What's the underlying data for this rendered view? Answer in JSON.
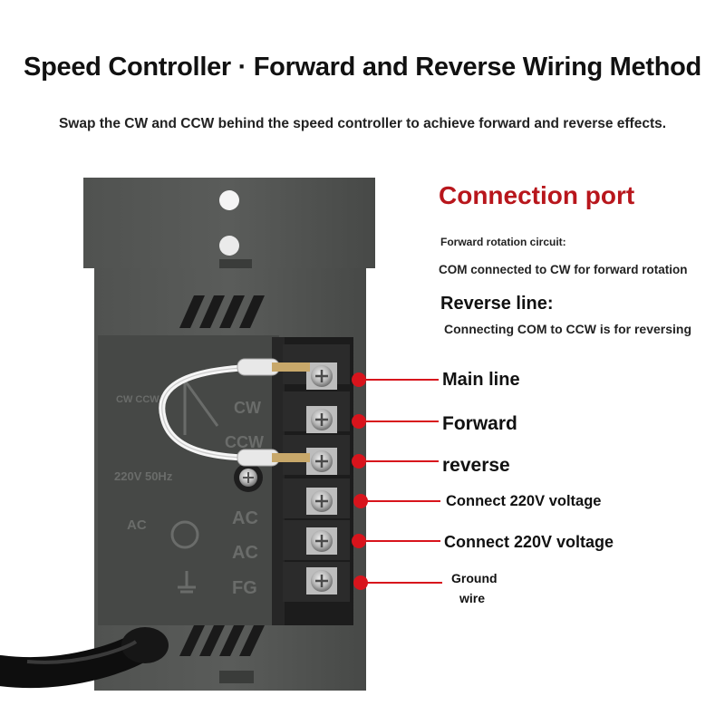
{
  "header": {
    "title": "Speed Controller · Forward and Reverse Wiring Method",
    "subtitle": "Swap the CW and CCW behind the speed controller to achieve forward and reverse effects."
  },
  "info": {
    "port_title": "Connection port",
    "forward_circuit": "Forward rotation circuit:",
    "forward_detail": "COM connected to CW for forward rotation",
    "reverse_title": "Reverse line:",
    "reverse_detail": "Connecting COM to CCW is for reversing"
  },
  "terminals": [
    {
      "label": "Main line"
    },
    {
      "label": "Forward"
    },
    {
      "label": "reverse"
    },
    {
      "label": "Connect 220V voltage"
    },
    {
      "label": "Connect 220V voltage"
    },
    {
      "label": "Ground",
      "label_line2": "wire"
    }
  ],
  "panel_text": {
    "cw": "CW",
    "ccw": "CCW",
    "ac1": "AC",
    "ac2": "AC",
    "fg": "FG",
    "voltage": "220V 50Hz",
    "cw_ccw": "CW CCW",
    "ac_power": "AC"
  },
  "colors": {
    "accent_red": "#b8161c",
    "dot_red": "#d8141c",
    "housing": "#4a4c4a",
    "terminal_block": "#1c1c1c"
  }
}
